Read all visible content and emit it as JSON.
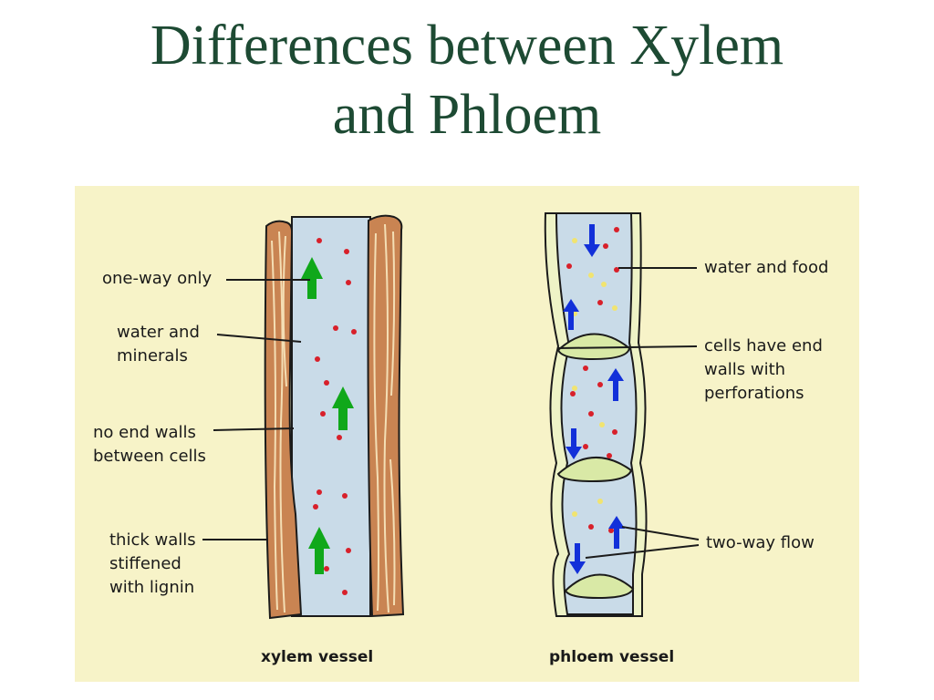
{
  "title": {
    "line1": "Differences between Xylem",
    "line2": "and Phloem"
  },
  "diagram": {
    "colors": {
      "panel_background": "#f7f3c8",
      "vessel_lumen": "#c9dbe8",
      "xylem_wall": "#c98452",
      "lignin_streak": "#f4deb4",
      "sieve_plate": "#d9e9a6",
      "phloem_wall": "#eef3c6",
      "flow_arrow_xylem": "#10a81a",
      "flow_arrow_phloem": "#1230d9",
      "particle_water": "#d8202a",
      "particle_food": "#f1e470"
    },
    "xylem": {
      "caption": "xylem vessel",
      "labels": {
        "one_way_line1": "one-way only",
        "water_line1": "water and",
        "water_line2": "minerals",
        "no_end_line1": "no end walls",
        "no_end_line2": "between cells",
        "thick_line1": "thick walls",
        "thick_line2": "stiffened",
        "thick_line3": "with lignin"
      }
    },
    "phloem": {
      "caption": "phloem vessel",
      "labels": {
        "water_food_line1": "water and food",
        "end_walls_line1": "cells have end",
        "end_walls_line2": "walls with",
        "end_walls_line3": "perforations",
        "two_way_line1": "two-way flow"
      }
    }
  }
}
